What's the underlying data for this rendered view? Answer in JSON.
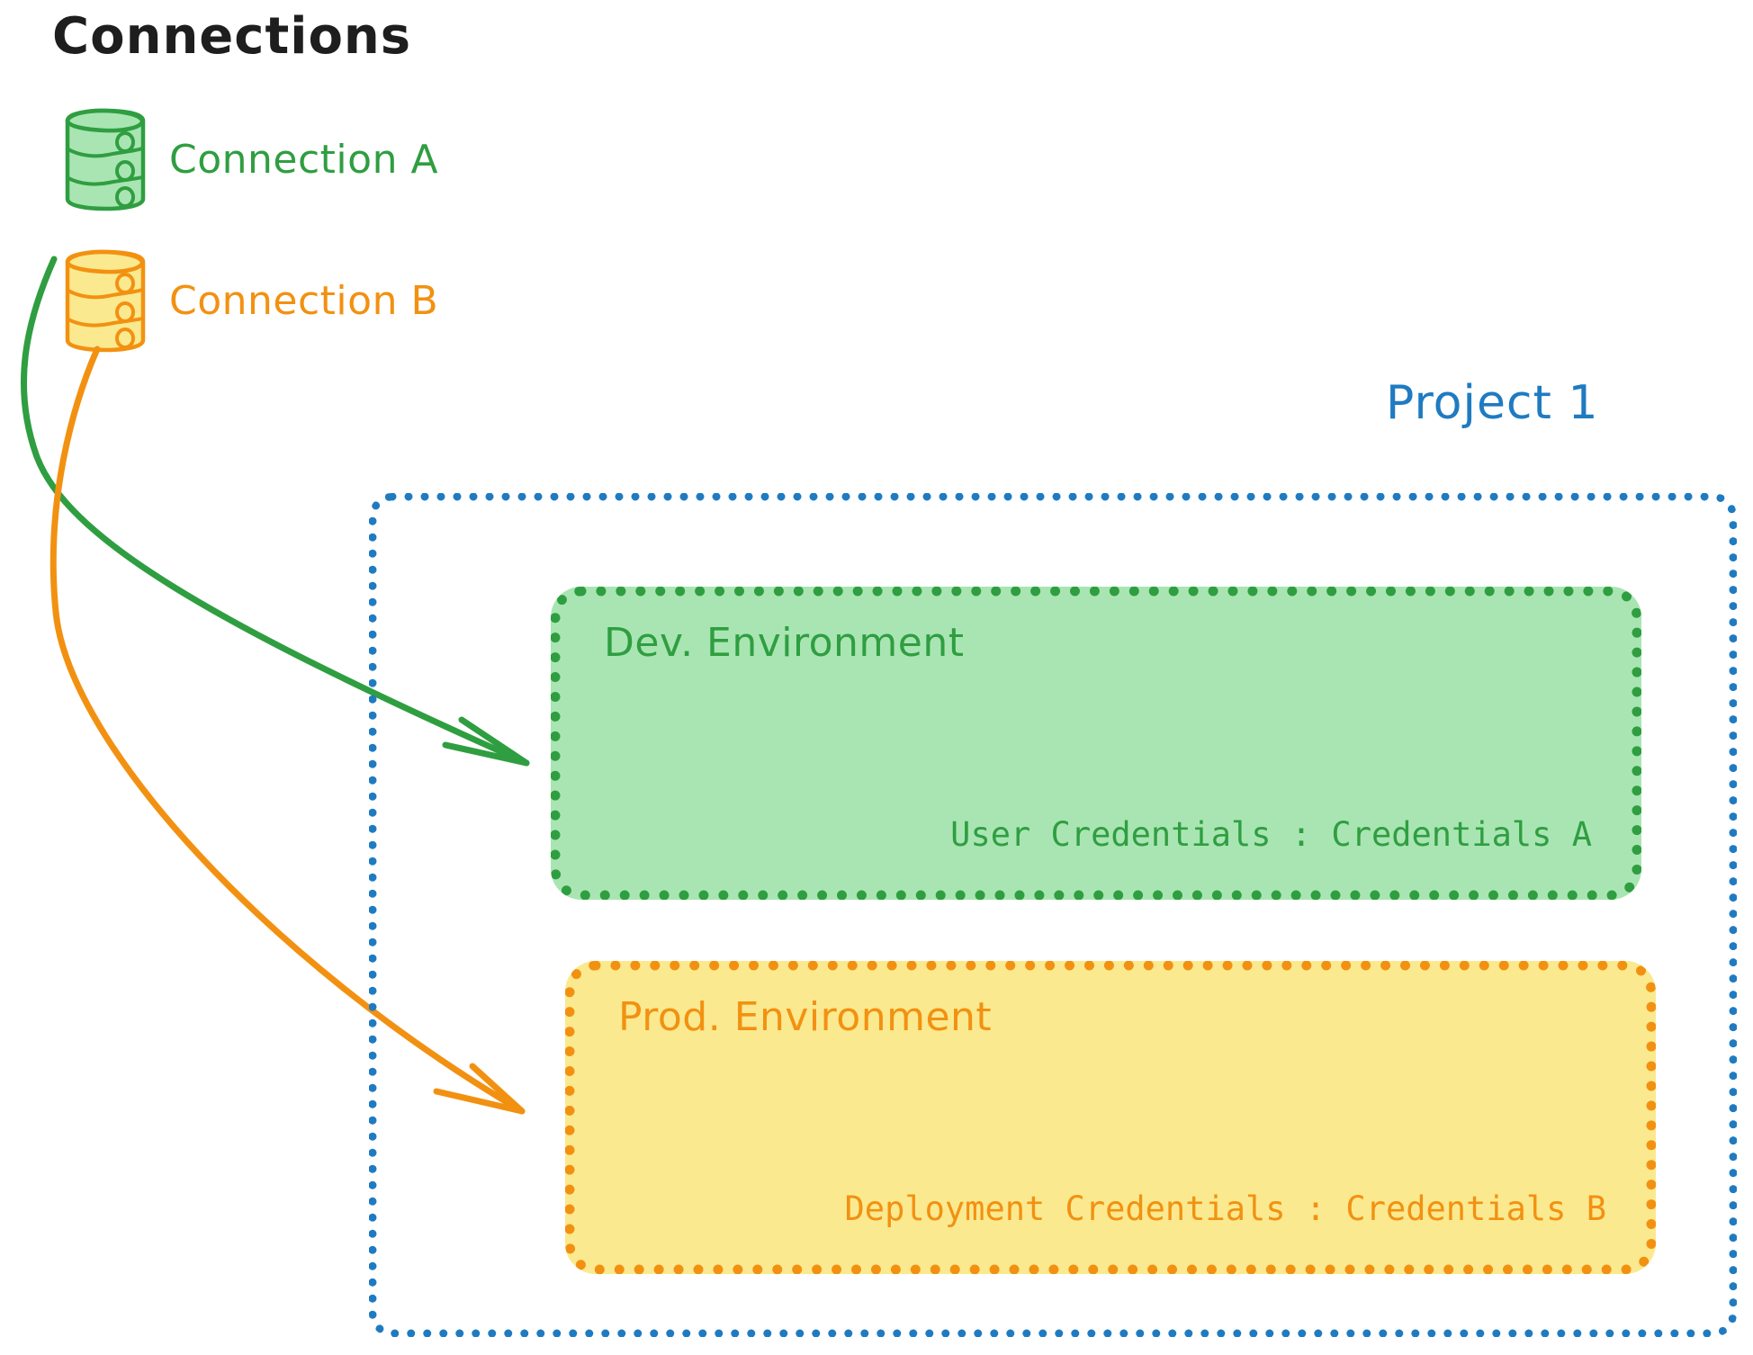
{
  "heading": "Connections",
  "connections": [
    {
      "label": "Connection A",
      "icon": "database-icon",
      "color": "#2f9e41",
      "fill": "#a9e5b2"
    },
    {
      "label": "Connection B",
      "icon": "database-icon",
      "color": "#f29111",
      "fill": "#fbe98f"
    }
  ],
  "project": {
    "title": "Project 1",
    "color": "#1f7bc1",
    "environments": [
      {
        "title": "Dev. Environment",
        "credentials": "User Credentials : Credentials A",
        "color": "#2f9e41",
        "fill": "#a9e5b2"
      },
      {
        "title": "Prod. Environment",
        "credentials": "Deployment Credentials : Credentials B",
        "color": "#f29111",
        "fill": "#fbe98f"
      }
    ]
  },
  "arrows": [
    {
      "name": "connection-a-to-dev-environment",
      "color": "#2f9e41",
      "from": "Connection A",
      "to": "Dev. Environment"
    },
    {
      "name": "connection-b-to-prod-environment",
      "color": "#f29111",
      "from": "Connection B",
      "to": "Prod. Environment"
    }
  ]
}
